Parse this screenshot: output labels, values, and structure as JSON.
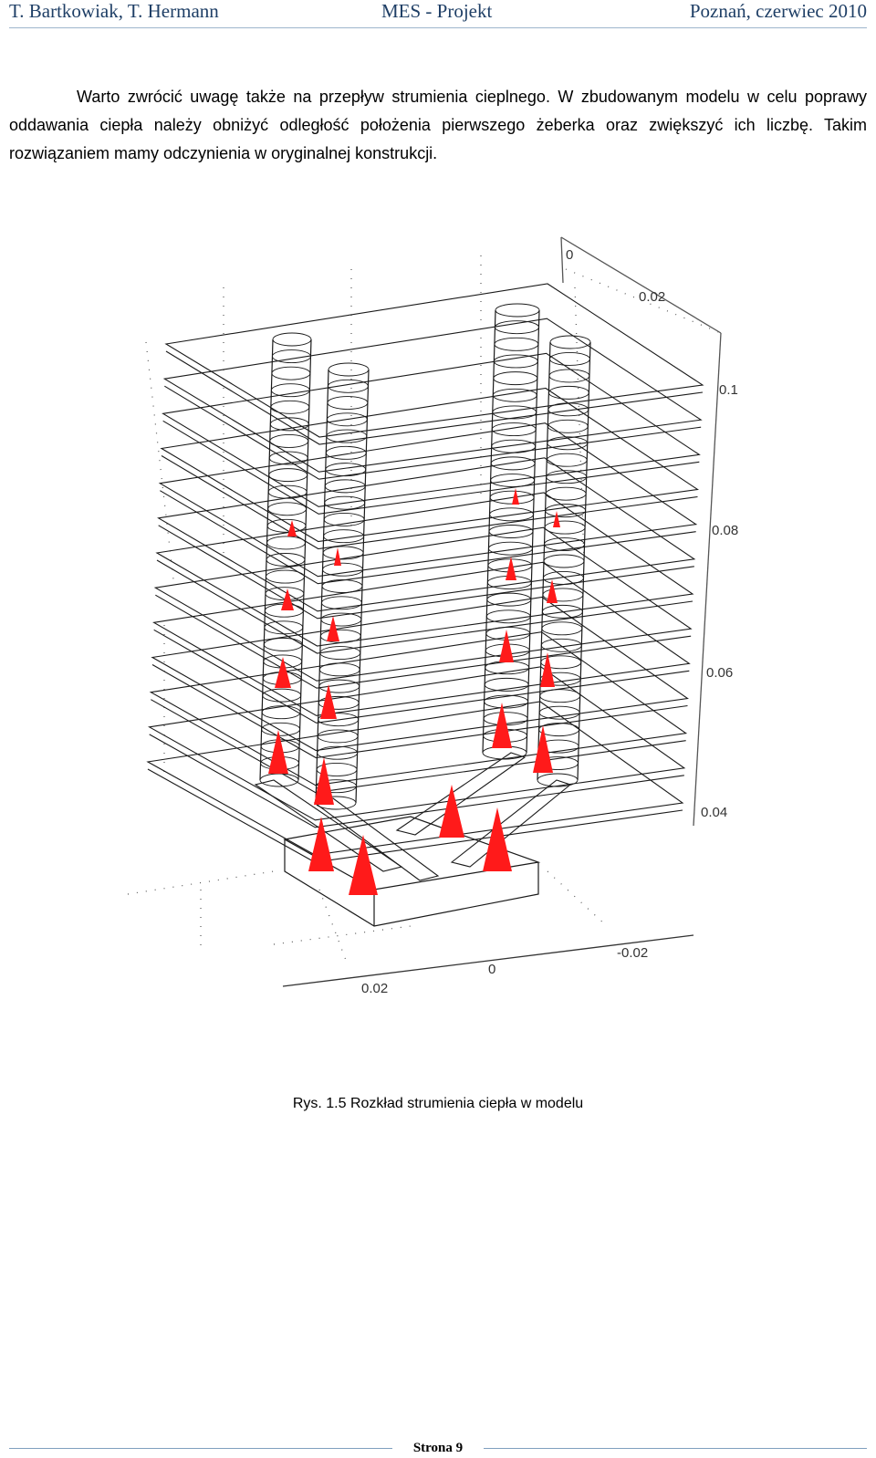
{
  "header": {
    "authors": "T. Bartkowiak, T. Hermann",
    "title": "MES - Projekt",
    "place_date": "Poznań, czerwiec 2010"
  },
  "body": {
    "paragraph": "Warto zwrócić uwagę także na przepływ strumienia cieplnego. W zbudowanym modelu w celu poprawy oddawania ciepła należy obniżyć odległość położenia pierwszego żeberka oraz zwiększyć ich liczbę. Takim rozwiązaniem mamy odczynienia w oryginalnej konstrukcji."
  },
  "figure": {
    "axis_labels": {
      "z_top": "0",
      "z_002": "0.02",
      "v_01": "0.1",
      "v_008": "0.08",
      "v_006": "0.06",
      "v_004": "0.04",
      "x_minus002": "-0.02",
      "x_0": "0",
      "y_002": "0.02"
    },
    "colors": {
      "wireframe": "#1a1a1a",
      "heat_flux_arrows": "#ff1a1a",
      "grid_dots": "#555555"
    },
    "caption": "Rys. 1.5 Rozkład strumienia ciepła w modelu"
  },
  "footer": {
    "page_label": "Strona 9"
  }
}
